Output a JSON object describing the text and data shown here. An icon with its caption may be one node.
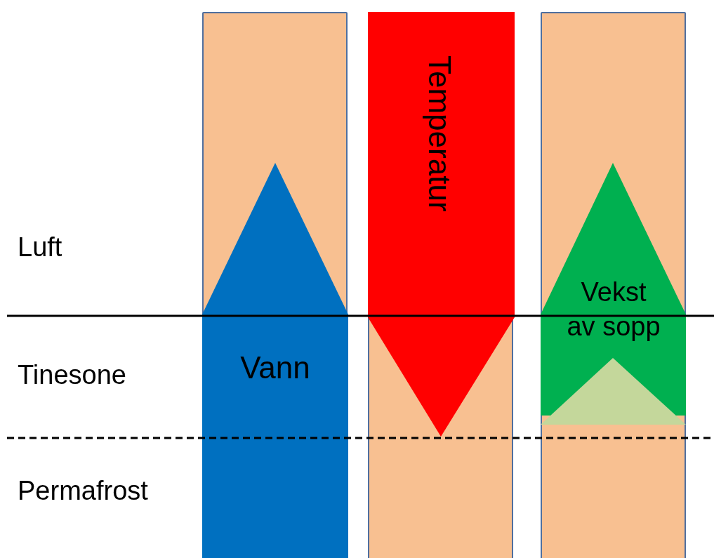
{
  "diagram": {
    "nodes": [
      {
        "text": [],
        "shape": "bar"
      },
      {
        "text": [],
        "shape": "bar"
      },
      {
        "text": [],
        "shape": "bar"
      },
      {
        "text": [
          "Vann"
        ],
        "in": 0
      },
      {
        "text": [
          "Temperatur"
        ],
        "in": 1
      },
      {
        "text": [
          "Vekst av sopp"
        ],
        "in": 2
      }
    ],
    "labels": [
      "Luft",
      "Tinesone",
      "Permafrost"
    ]
  }
}
